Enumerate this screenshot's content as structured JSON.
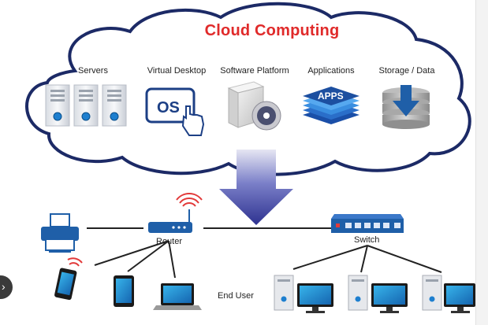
{
  "title": "Cloud Computing",
  "services": [
    {
      "label": "Servers",
      "icon": "server-rack-icon"
    },
    {
      "label": "Virtual Desktop",
      "icon": "os-touch-screen-icon"
    },
    {
      "label": "Software Platform",
      "icon": "software-box-disc-icon"
    },
    {
      "label": "Applications",
      "icon": "apps-stack-icon"
    },
    {
      "label": "Storage / Data",
      "icon": "database-download-icon"
    }
  ],
  "os_text": "OS",
  "apps_text": "APPS",
  "router_label": "Router",
  "switch_label": "Switch",
  "end_user_label": "End User",
  "colors": {
    "title": "#e02a2a",
    "cloud_outline": "#1c2a66",
    "arrow": "#3a3ea0",
    "device_blue": "#1f5fa8",
    "wifi_red": "#e23a3a"
  }
}
